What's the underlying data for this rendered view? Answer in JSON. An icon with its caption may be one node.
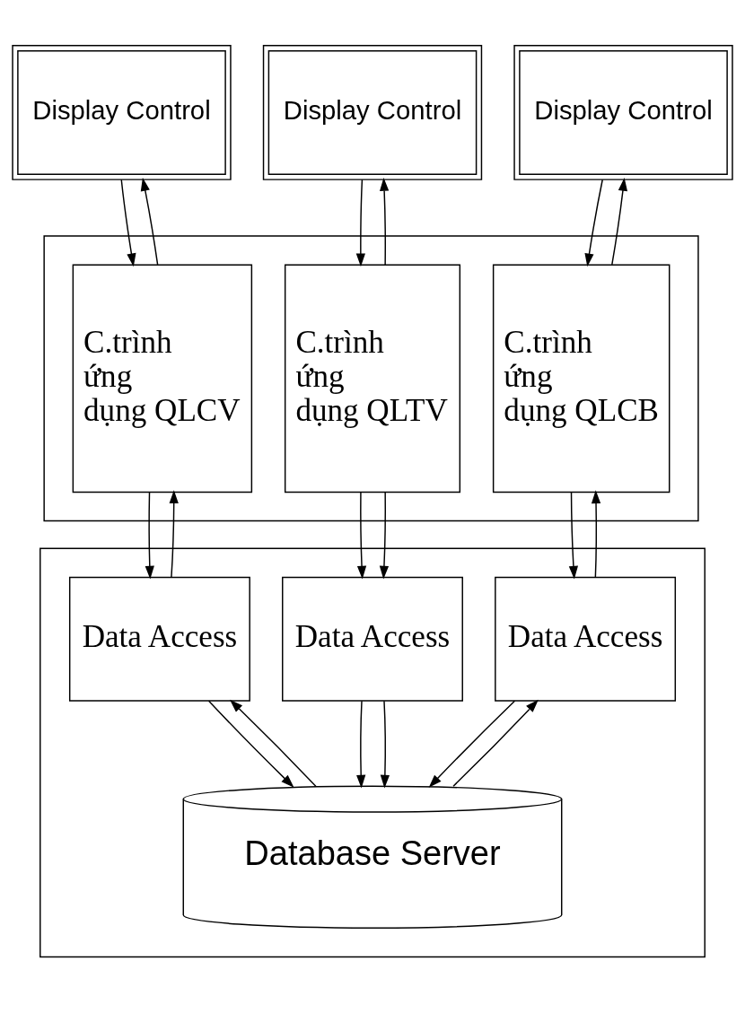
{
  "diagram": {
    "nodes": [
      {
        "text": [
          "Display Control"
        ]
      },
      {
        "text": [
          "Display Control"
        ]
      },
      {
        "text": [
          "Display Control"
        ]
      },
      {
        "text": [],
        "shape": "box"
      },
      {
        "text": [
          "C.trình ứng dụng QLCB"
        ],
        "in": 3
      },
      {
        "text": [
          "C.trình ứng dụng QLTV"
        ],
        "in": 3
      },
      {
        "text": [
          "C.trình ứng dụng QLCV"
        ],
        "in": 3
      },
      {
        "text": [],
        "shape": "box"
      },
      {
        "text": [
          "Data Access"
        ],
        "in": 7
      },
      {
        "text": [
          "Data Access"
        ],
        "in": 7
      },
      {
        "text": [
          "Data Access"
        ],
        "in": 7
      },
      {
        "text": [
          "Database Server"
        ],
        "in": 7
      }
    ],
    "edges": [
      {
        "from": 0,
        "to": 6,
        "arrow": "to"
      },
      {
        "from": 6,
        "to": 0,
        "arrow": "to"
      },
      {
        "from": 1,
        "to": 5,
        "arrow": "to"
      },
      {
        "from": 5,
        "to": 1,
        "arrow": "to"
      },
      {
        "from": 2,
        "to": 4,
        "arrow": "to"
      },
      {
        "from": 4,
        "to": 2,
        "arrow": "to"
      },
      {
        "from": 4,
        "to": 8,
        "arrow": "to"
      },
      {
        "from": 8,
        "to": 4,
        "arrow": "to"
      },
      {
        "from": 5,
        "to": 9,
        "arrow": "to"
      },
      {
        "from": 5,
        "to": 9,
        "arrow": "to"
      },
      {
        "from": 6,
        "to": 10,
        "arrow": "to"
      },
      {
        "from": 10,
        "to": 6,
        "arrow": "to"
      },
      {
        "from": 8,
        "to": 11,
        "arrow": "to"
      },
      {
        "from": 11,
        "to": 8,
        "arrow": "to"
      },
      {
        "from": 9,
        "to": 11,
        "arrow": "to"
      },
      {
        "from": 9,
        "to": 11,
        "arrow": "to"
      },
      {
        "from": 10,
        "to": 11,
        "arrow": "to"
      },
      {
        "from": 11,
        "to": 10,
        "arrow": "to"
      }
    ]
  }
}
